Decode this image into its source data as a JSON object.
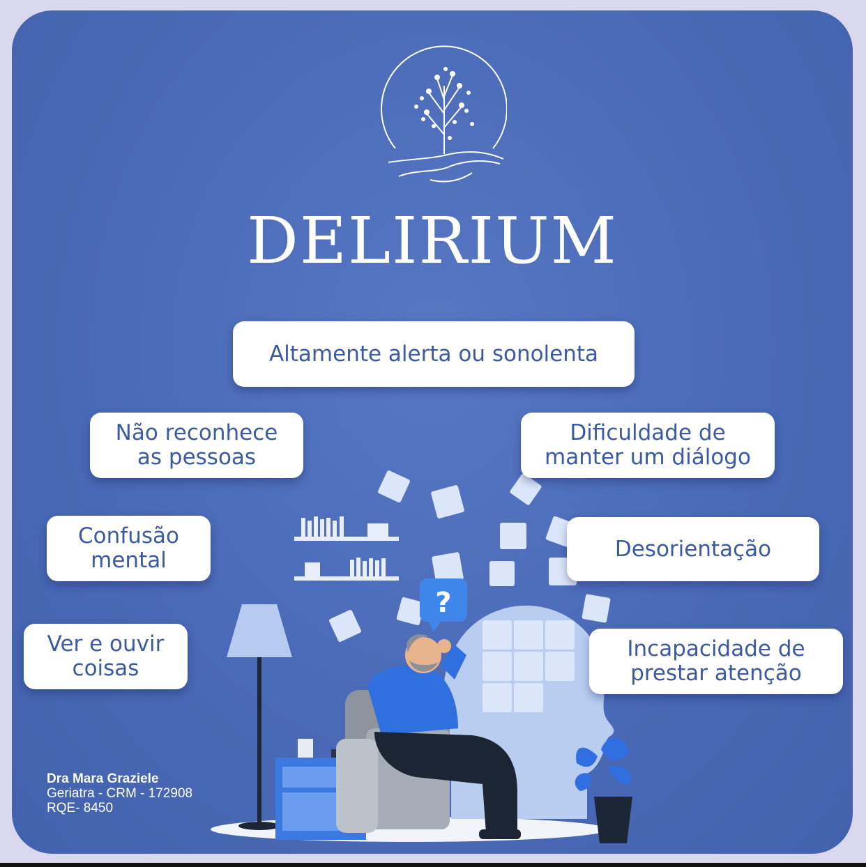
{
  "title": "DELIRIUM",
  "symptoms": [
    {
      "text": "Altamente alerta ou sonolenta"
    },
    {
      "text": "Não reconhece\nas pessoas"
    },
    {
      "text": "Dificuldade de\nmanter um diálogo"
    },
    {
      "text": "Confusão\nmental"
    },
    {
      "text": "Desorientação"
    },
    {
      "text": "Ver e ouvir\ncoisas"
    },
    {
      "text": "Incapacidade de\nprestar atenção"
    }
  ],
  "thought_bubble": "?",
  "footer": {
    "name": "Dra Mara Graziele",
    "line2": "Geriatra - CRM - 172908",
    "line3": "RQE- 8450"
  },
  "colors": {
    "background": "#4a69b6",
    "pill": "#ffffff",
    "pill_text": "#3b5aa2",
    "puzzle": "#c9d8f5"
  },
  "icons": [
    "tree-hands-logo-icon",
    "puzzle-piece-icon",
    "floor-lamp-icon",
    "plant-icon",
    "armchair-icon"
  ]
}
